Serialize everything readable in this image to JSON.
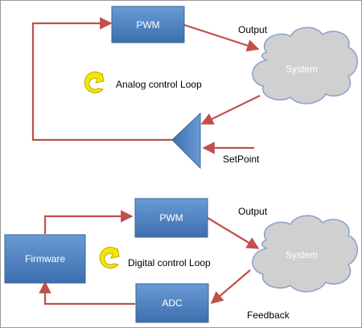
{
  "analog": {
    "pwm_label": "PWM",
    "output_label": "Output",
    "system_label": "System",
    "loop_label": "Analog control Loop",
    "setpoint_label": "SetPoint"
  },
  "digital": {
    "firmware_label": "Firmware",
    "pwm_label": "PWM",
    "adc_label": "ADC",
    "output_label": "Output",
    "system_label": "System",
    "loop_label": "Digital control Loop",
    "feedback_label": "Feedback"
  },
  "colors": {
    "block_fill": "#4f81bd",
    "block_stroke": "#3a6593",
    "arrow": "#c0504d",
    "cloud_fill": "#d0d0d0",
    "cloud_stroke": "#8ea4c8",
    "loop_icon": "#f5e600",
    "loop_icon_stroke": "#b8a800"
  },
  "icons": [
    "loop-arrow-icon",
    "cloud-shape",
    "amplifier-triangle-icon"
  ]
}
